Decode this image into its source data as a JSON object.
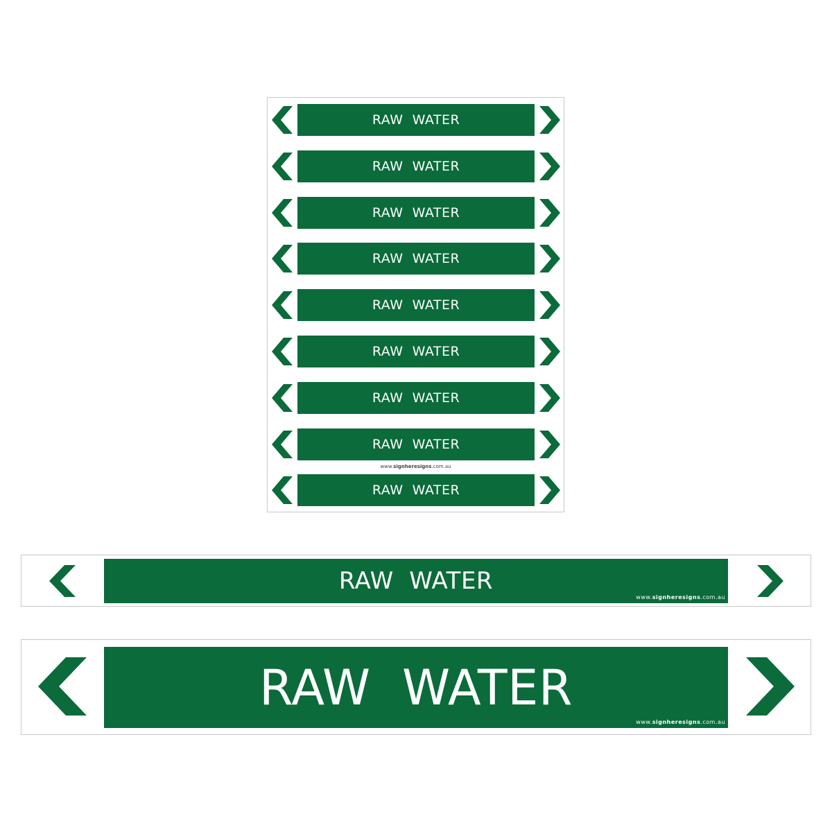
{
  "sign_label": "RAW  WATER",
  "url": {
    "prefix": "www.",
    "brand": "signheresigns",
    "suffix": ".com.au"
  },
  "colors": {
    "green": "#0b6b3a",
    "text": "#ffffff",
    "border": "#c8c8c8"
  },
  "icons": {
    "left": "chevron-left-icon",
    "right": "chevron-right-icon"
  },
  "sheet_row_count": 9
}
